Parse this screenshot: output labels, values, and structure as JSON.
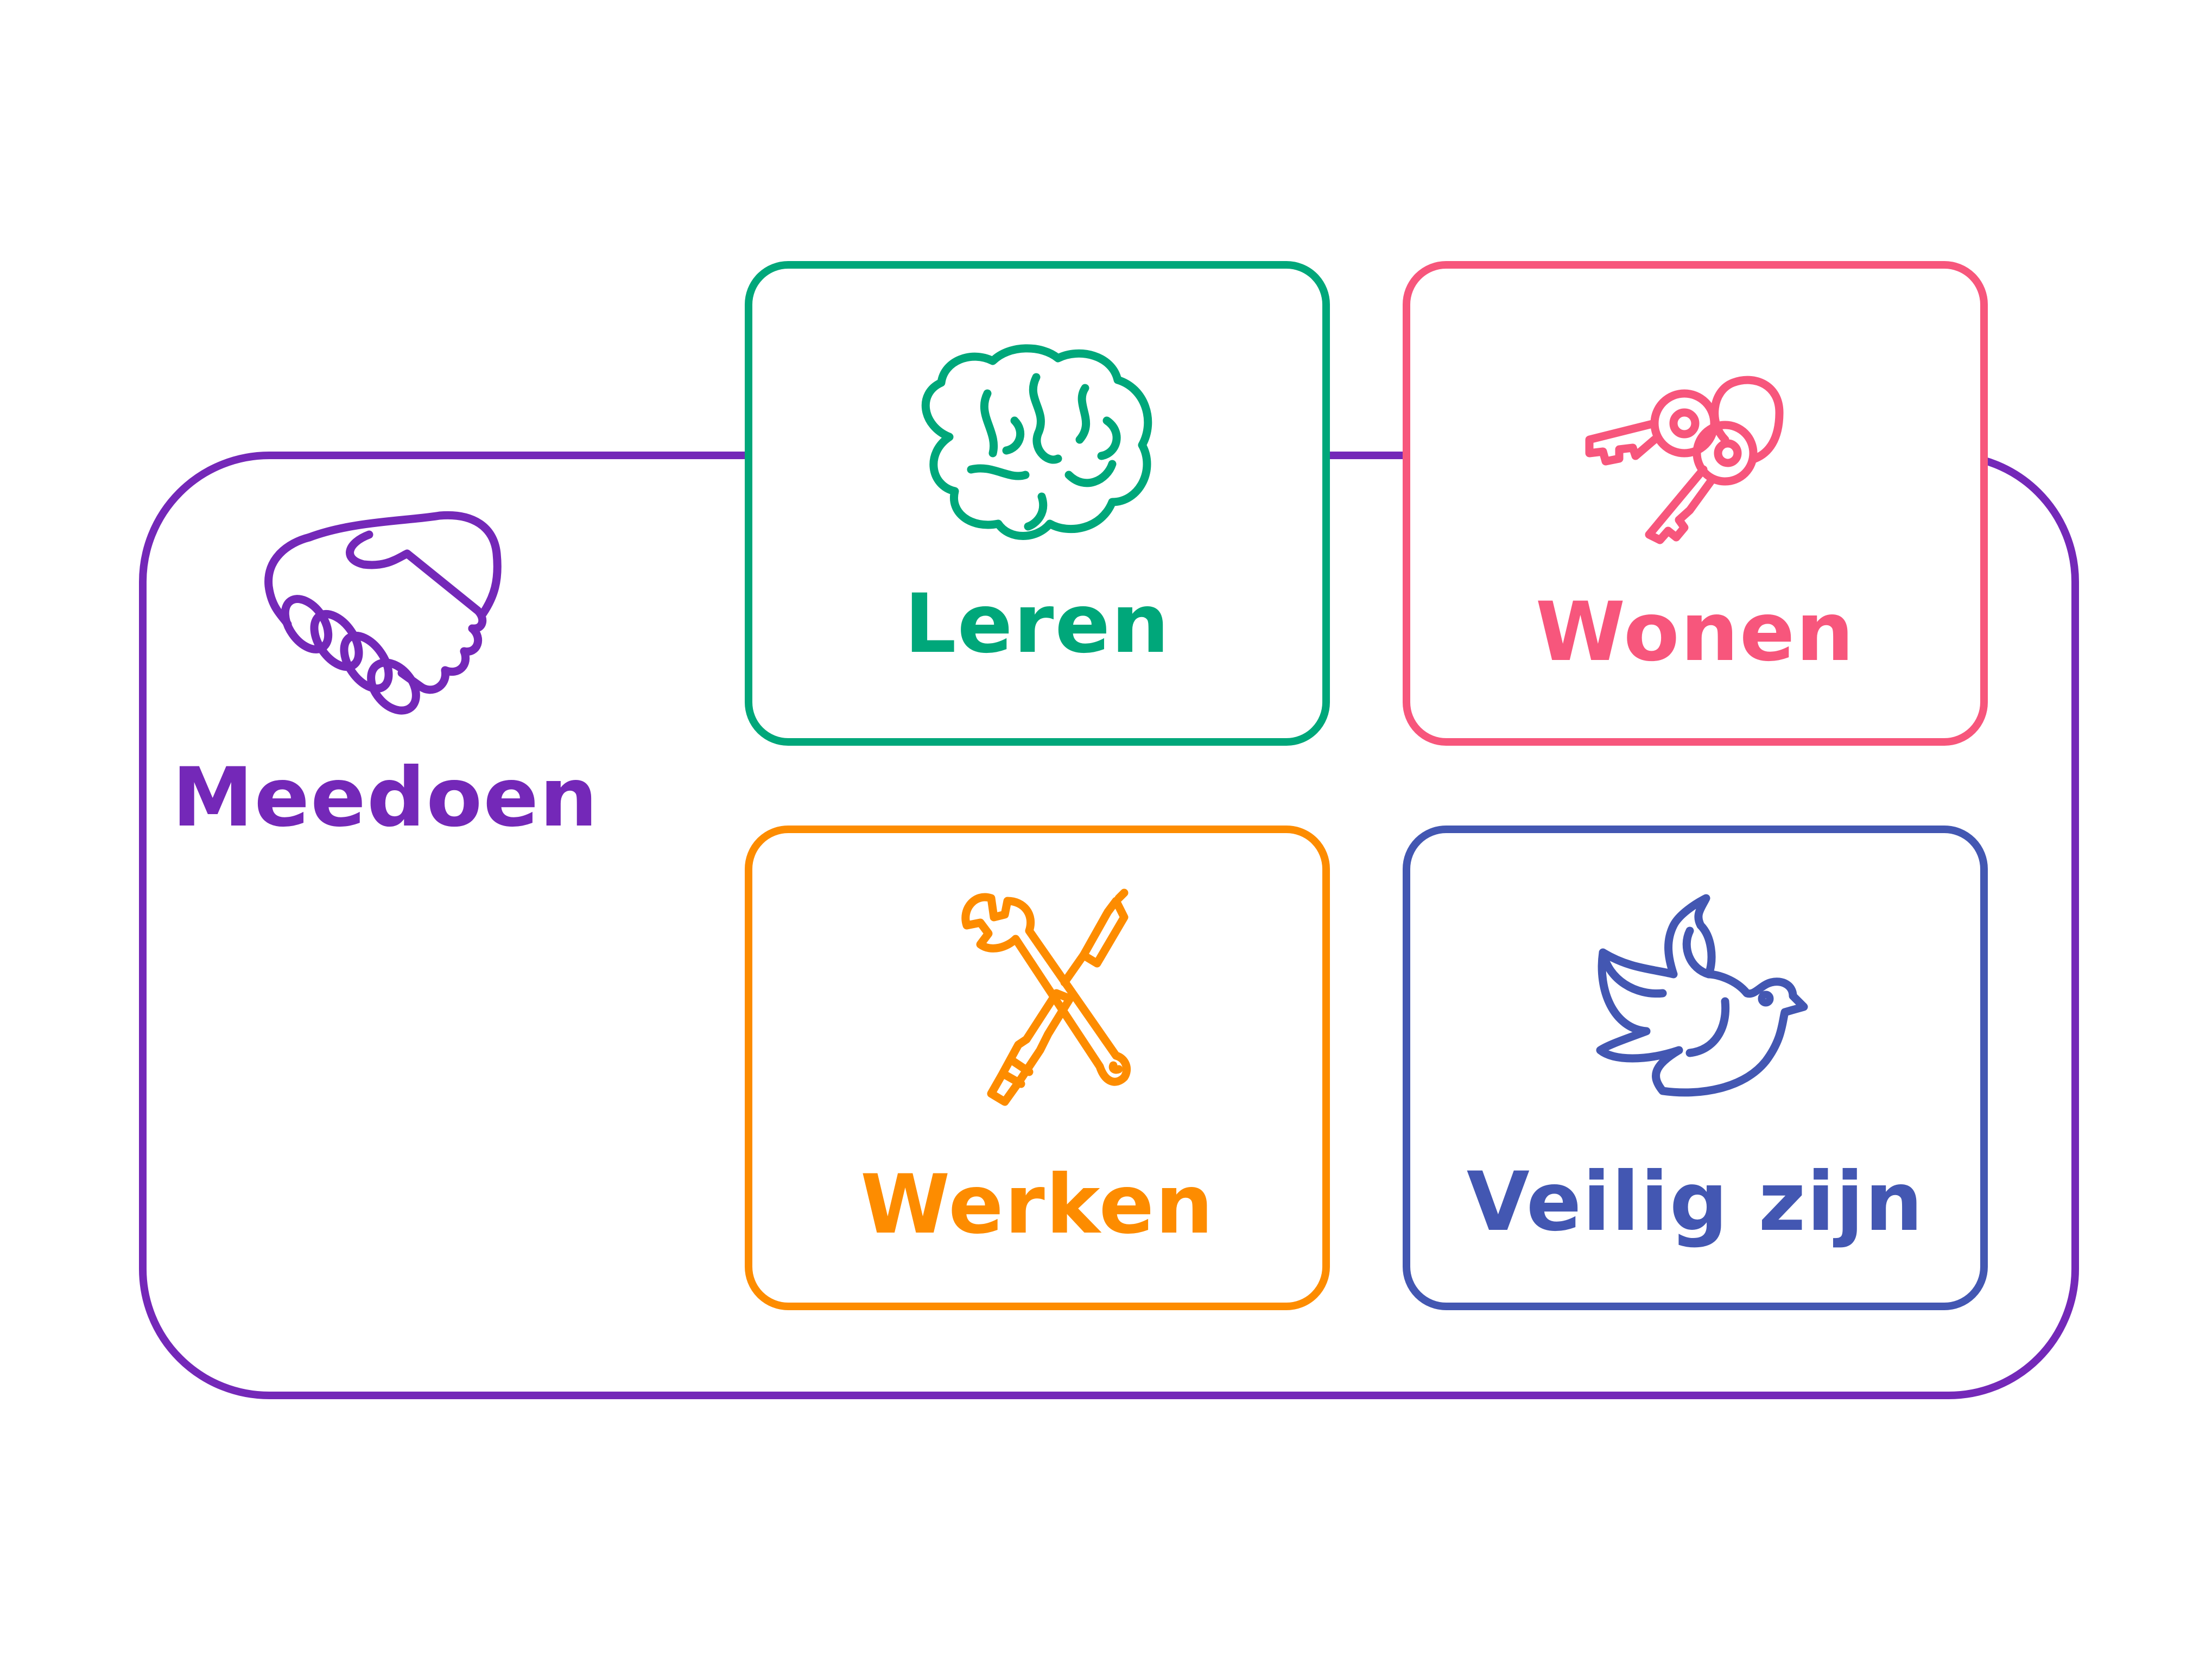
{
  "colors": {
    "meedoen": "#7428b8",
    "leren": "#00a77a",
    "wonen": "#f7567c",
    "werken": "#fd8c00",
    "veilig_zijn": "#4357b2"
  },
  "main": {
    "label": "Meedoen",
    "icon": "handshake-icon"
  },
  "cards": [
    {
      "label": "Leren",
      "icon": "brain-icon"
    },
    {
      "label": "Wonen",
      "icon": "keys-icon"
    },
    {
      "label": "Werken",
      "icon": "tools-icon"
    },
    {
      "label": "Veilig zijn",
      "icon": "dove-icon"
    }
  ]
}
